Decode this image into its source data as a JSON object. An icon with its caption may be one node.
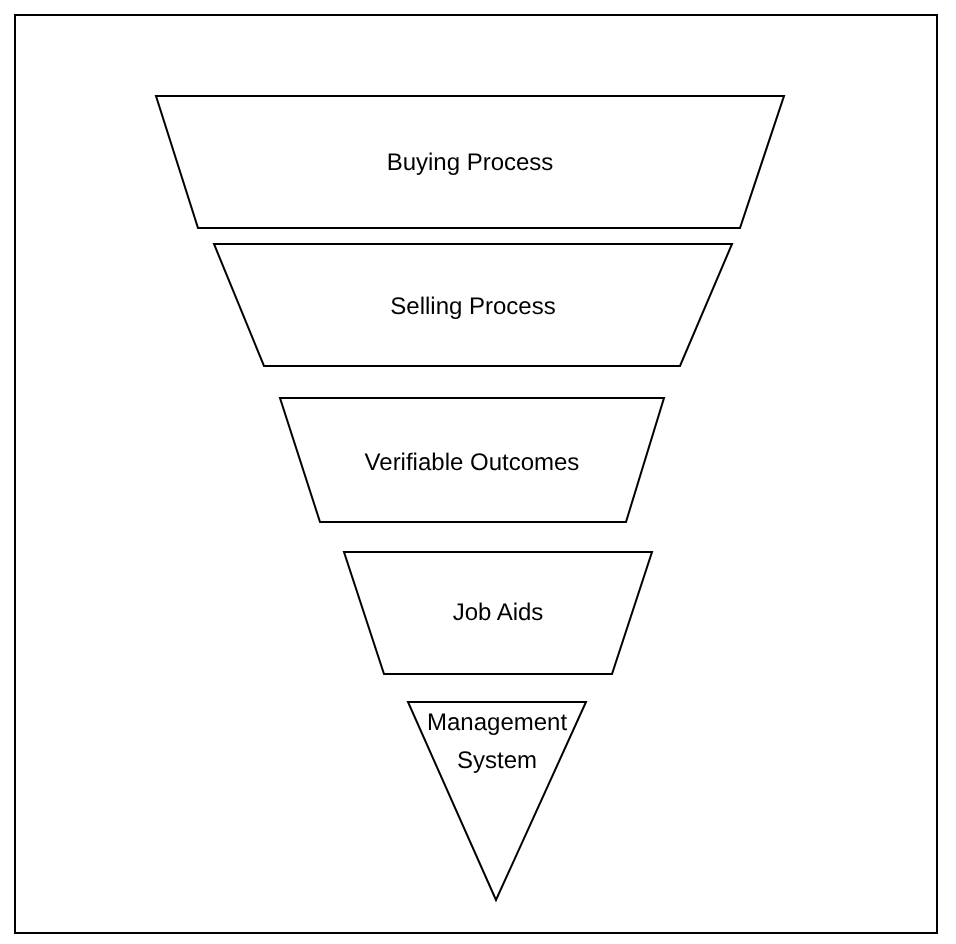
{
  "diagram": {
    "nodes": [
      {
        "text": [
          "Buying Process"
        ]
      },
      {
        "text": [
          "Selling Process"
        ]
      },
      {
        "text": [
          "Verifiable Outcomes"
        ]
      },
      {
        "text": [
          "Job Aids"
        ]
      },
      {
        "text": [
          "Management System"
        ]
      }
    ],
    "edges": []
  }
}
